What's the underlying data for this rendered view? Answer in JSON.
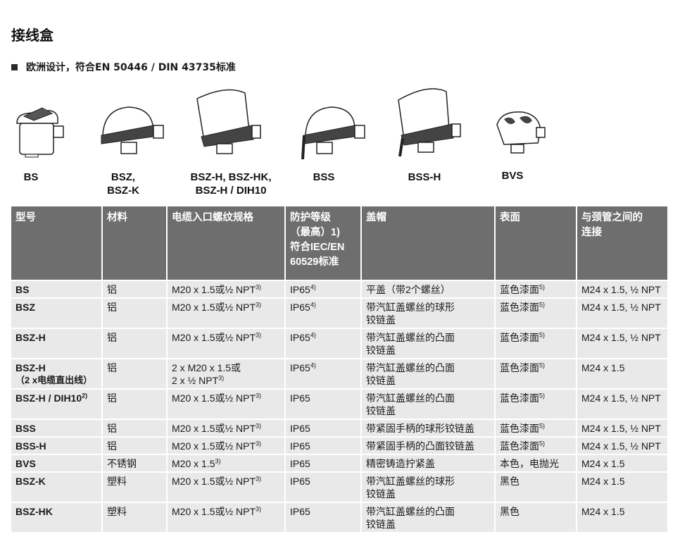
{
  "page": {
    "title": "接线盒",
    "subtitle": "欧洲设计，符合EN 50446 / DIN 43735标准"
  },
  "products": [
    {
      "label": "BS",
      "icon": "flat-cover-head-icon"
    },
    {
      "label": "BSZ,\nBSZ-K",
      "icon": "ball-cover-head-icon"
    },
    {
      "label": "BSZ-H, BSZ-HK,\nBSZ-H / DIH10",
      "icon": "tall-cover-head-icon"
    },
    {
      "label": "BSS",
      "icon": "ball-cover-lever-head-icon"
    },
    {
      "label": "BSS-H",
      "icon": "tall-cover-lever-head-icon"
    },
    {
      "label": "BVS",
      "icon": "stainless-head-icon"
    }
  ],
  "table": {
    "headers": [
      "型号",
      "材料",
      "电缆入口螺纹规格",
      "防护等级\n（最高）1)\n符合IEC/EN\n60529标准",
      "盖帽",
      "表面",
      "与颈管之间的\n连接"
    ],
    "rows": [
      {
        "model": "BS",
        "model_note": "",
        "model_sub": "",
        "material": "铝",
        "thread": "M20 x 1.5或½ NPT",
        "thread_note": "3)",
        "ip": "IP65",
        "ip_note": "4)",
        "cap": "平盖（带2个螺丝）",
        "surface": "蓝色漆面",
        "surface_note": "5)",
        "conn": "M24 x 1.5, ½ NPT"
      },
      {
        "model": "BSZ",
        "model_note": "",
        "model_sub": "",
        "material": "铝",
        "thread": "M20 x 1.5或½ NPT",
        "thread_note": "3)",
        "ip": "IP65",
        "ip_note": "4)",
        "cap": "带汽缸盖螺丝的球形\n铰链盖",
        "surface": "蓝色漆面",
        "surface_note": "5)",
        "conn": "M24 x 1.5, ½ NPT"
      },
      {
        "model": "BSZ-H",
        "model_note": "",
        "model_sub": "",
        "material": "铝",
        "thread": "M20 x 1.5或½ NPT",
        "thread_note": "3)",
        "ip": "IP65",
        "ip_note": "4)",
        "cap": "带汽缸盖螺丝的凸面\n铰链盖",
        "surface": "蓝色漆面",
        "surface_note": "5)",
        "conn": "M24 x 1.5, ½ NPT"
      },
      {
        "model": "BSZ-H",
        "model_note": "",
        "model_sub": "（2 x电缆直出线）",
        "material": "铝",
        "thread": "2 x M20 x 1.5或\n2 x ½ NPT",
        "thread_note": "3)",
        "ip": "IP65",
        "ip_note": "4)",
        "cap": "带汽缸盖螺丝的凸面\n铰链盖",
        "surface": "蓝色漆面",
        "surface_note": "5)",
        "conn": "M24 x 1.5"
      },
      {
        "model": "BSZ-H / DIH10",
        "model_note": "2)",
        "model_sub": "",
        "material": "铝",
        "thread": "M20 x 1.5或½ NPT",
        "thread_note": "3)",
        "ip": "IP65",
        "ip_note": "",
        "cap": "带汽缸盖螺丝的凸面\n铰链盖",
        "surface": "蓝色漆面",
        "surface_note": "5)",
        "conn": "M24 x 1.5, ½ NPT"
      },
      {
        "model": "BSS",
        "model_note": "",
        "model_sub": "",
        "material": "铝",
        "thread": "M20 x 1.5或½ NPT",
        "thread_note": "3)",
        "ip": "IP65",
        "ip_note": "",
        "cap": "带紧固手柄的球形铰链盖",
        "surface": "蓝色漆面",
        "surface_note": "5)",
        "conn": "M24 x 1.5, ½ NPT"
      },
      {
        "model": "BSS-H",
        "model_note": "",
        "model_sub": "",
        "material": "铝",
        "thread": "M20 x 1.5或½ NPT",
        "thread_note": "3)",
        "ip": "IP65",
        "ip_note": "",
        "cap": "带紧固手柄的凸面铰链盖",
        "surface": "蓝色漆面",
        "surface_note": "5)",
        "conn": "M24 x 1.5, ½ NPT"
      },
      {
        "model": "BVS",
        "model_note": "",
        "model_sub": "",
        "material": "不锈钢",
        "thread": "M20 x 1.5",
        "thread_note": "3)",
        "ip": "IP65",
        "ip_note": "",
        "cap": "精密铸造拧紧盖",
        "surface": "本色，电抛光",
        "surface_note": "",
        "conn": "M24 x 1.5"
      },
      {
        "model": "BSZ-K",
        "model_note": "",
        "model_sub": "",
        "material": "塑料",
        "thread": "M20 x 1.5或½ NPT",
        "thread_note": "3)",
        "ip": "IP65",
        "ip_note": "",
        "cap": "带汽缸盖螺丝的球形\n铰链盖",
        "surface": "黑色",
        "surface_note": "",
        "conn": "M24 x 1.5"
      },
      {
        "model": "BSZ-HK",
        "model_note": "",
        "model_sub": "",
        "material": "塑料",
        "thread": "M20 x 1.5或½ NPT",
        "thread_note": "3)",
        "ip": "IP65",
        "ip_note": "",
        "cap": "带汽缸盖螺丝的凸面\n铰链盖",
        "surface": "黑色",
        "surface_note": "",
        "conn": "M24 x 1.5"
      }
    ]
  }
}
